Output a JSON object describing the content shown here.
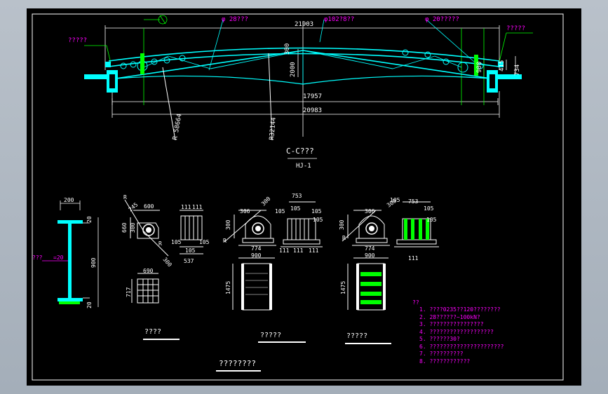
{
  "viewer": {
    "background": "#000000",
    "frame_color": "#ffffff"
  },
  "colors": {
    "white": "#ffffff",
    "cyan": "#00ffff",
    "green": "#00ff00",
    "magenta": "#ff00ff",
    "yellow": "#ffff00",
    "red": "#ff3030"
  },
  "elevation": {
    "dims": {
      "overall_top": "21903",
      "span_bottom": "17957",
      "overall_bottom": "20983",
      "mid_height": "2000",
      "mid_upper": "300",
      "end_height": "900",
      "end_small": "415",
      "end_right": "734"
    },
    "radii": {
      "left": "R 58664",
      "center": "R32144"
    },
    "callouts": {
      "top_left": "φ 28???",
      "top_center": "φ102?8??",
      "top_right": "φ 20?????",
      "left_label": "?????",
      "right_label": "?????"
    },
    "title": "C-C???",
    "subtitle": "HJ-1"
  },
  "column_detail": {
    "width": "200",
    "height": "900",
    "top_dim": "20",
    "bottom_dim": "20",
    "note": "???",
    "web": "=20"
  },
  "support_a": {
    "dims": {
      "w600": "600",
      "d660": "660",
      "d300": "300",
      "d245": "245",
      "d111a": "111",
      "d111b": "111",
      "d105a": "105",
      "d105b": "105",
      "d105c": "105",
      "d537": "537",
      "d690": "690",
      "d717": "717"
    },
    "radius": "R",
    "radius2": "R",
    "r300": "300",
    "label": "????"
  },
  "support_b": {
    "dims": {
      "d753": "753",
      "d306": "306",
      "d300a": "300",
      "d300b": "300",
      "d105a": "105",
      "d105b": "105",
      "d105c": "105",
      "d105d": "105",
      "d774": "774",
      "d111a": "111",
      "d111b": "111",
      "d111c": "111",
      "d900": "900",
      "d1475": "1475"
    },
    "radius": "R",
    "label": "?????"
  },
  "support_c": {
    "dims": {
      "d105a": "105",
      "d753": "753",
      "d105b": "105",
      "d306": "306",
      "d300a": "300",
      "d300b": "300",
      "d105c": "105",
      "d774": "774",
      "d111": "111",
      "d900": "900",
      "d1475": "1475"
    },
    "radius": "R",
    "label": "?????"
  },
  "bottom_title": "????????",
  "notes": {
    "heading": "??",
    "items": [
      "1. ????0235??120????????",
      "2. 28??????~100kN?",
      "3. ????????????????",
      "4. ???????????????????",
      "5. ??????30?",
      "6. ??????????????????????",
      "7. ??????????",
      "8. ????????????"
    ]
  }
}
